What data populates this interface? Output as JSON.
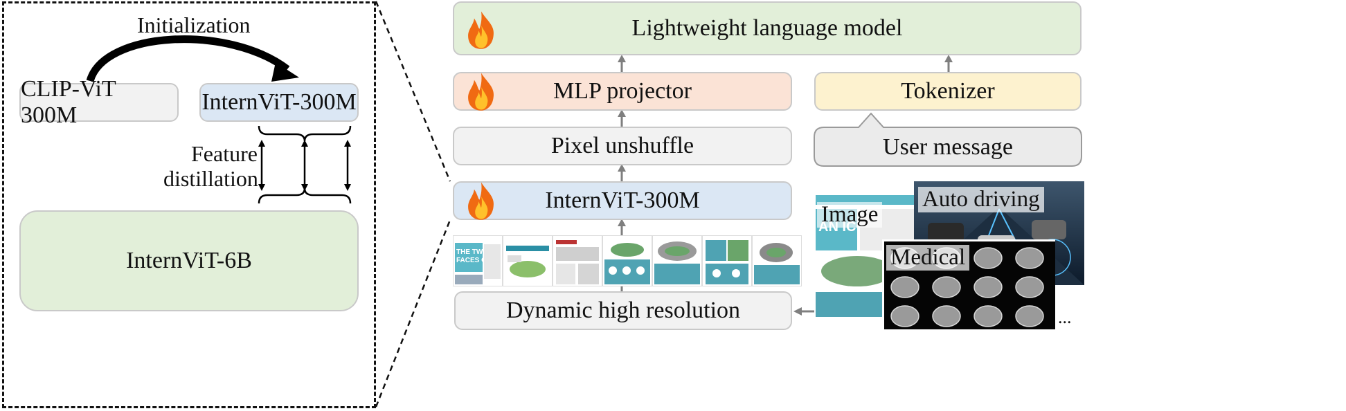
{
  "left_panel": {
    "init_label": "Initialization",
    "clip_box": "CLIP-ViT 300M",
    "intern_small_box": "InternViT-300M",
    "distill_label_1": "Feature",
    "distill_label_2": "distillation",
    "intern_large_box": "InternViT-6B"
  },
  "right_panel": {
    "llm_box": "Lightweight language model",
    "mlp_box": "MLP projector",
    "tokenizer_box": "Tokenizer",
    "unshuffle_box": "Pixel unshuffle",
    "user_message_box": "User message",
    "vit_box": "InternViT-300M",
    "dynamic_box": "Dynamic high resolution",
    "image_tag": "Image",
    "driving_tag": "Auto driving",
    "medical_tag": "Medical",
    "ellipsis": "..."
  },
  "colors": {
    "green": "#e2efd9",
    "blue": "#dbe7f4",
    "orange": "#fbe3d6",
    "yellow": "#fdf2cf",
    "gray": "#f2f2f2",
    "arrow": "#7f7f7f"
  }
}
